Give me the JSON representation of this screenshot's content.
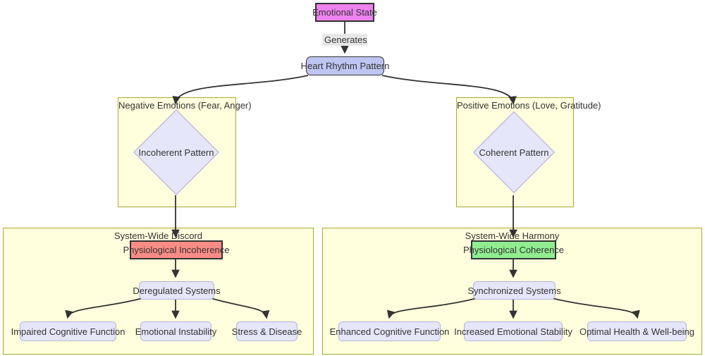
{
  "diagram": {
    "type": "flowchart",
    "direction": "top-down",
    "colors": {
      "background": "#ffffff",
      "cluster_fill": "#ffffde",
      "cluster_border": "#aaaa33",
      "node_default_fill": "#e6e6fa",
      "node_default_border": "#b3b3dc",
      "emotional_state_fill": "#ee82ee",
      "heart_rhythm_fill": "#bfc5f2",
      "incoherence_fill": "#f98c86",
      "coherence_fill": "#90ee90",
      "edge_stroke": "#333333",
      "edge_label_bg": "#e8e8e8",
      "text": "#333333"
    },
    "nodes": {
      "emotional_state": "Emotional State",
      "heart_rhythm": "Heart Rhythm Pattern",
      "incoherent": "Incoherent Pattern",
      "coherent": "Coherent Pattern",
      "phys_incoherence": "Physiological Incoherence",
      "deregulated": "Deregulated Systems",
      "impaired": "Impaired Cognitive Function",
      "instability": "Emotional Instability",
      "stress": "Stress & Disease",
      "phys_coherence": "Physiological Coherence",
      "synchronized": "Synchronized Systems",
      "enhanced": "Enhanced Cognitive Function",
      "increased": "Increased Emotional Stability",
      "optimal": "Optimal Health & Well-being"
    },
    "clusters": {
      "negative": "Negative Emotions (Fear, Anger)",
      "positive": "Positive Emotions (Love, Gratitude)",
      "discord": "System-Wide Discord",
      "harmony": "System-Wide Harmony"
    },
    "edge_labels": {
      "generates": "Generates"
    },
    "edges": [
      {
        "from": "Emotional State",
        "to": "Heart Rhythm Pattern",
        "label": "Generates"
      },
      {
        "from": "Heart Rhythm Pattern",
        "to": "Incoherent Pattern"
      },
      {
        "from": "Heart Rhythm Pattern",
        "to": "Coherent Pattern"
      },
      {
        "from": "Incoherent Pattern",
        "to": "Physiological Incoherence"
      },
      {
        "from": "Coherent Pattern",
        "to": "Physiological Coherence"
      },
      {
        "from": "Physiological Incoherence",
        "to": "Deregulated Systems"
      },
      {
        "from": "Physiological Coherence",
        "to": "Synchronized Systems"
      },
      {
        "from": "Deregulated Systems",
        "to": "Impaired Cognitive Function"
      },
      {
        "from": "Deregulated Systems",
        "to": "Emotional Instability"
      },
      {
        "from": "Deregulated Systems",
        "to": "Stress & Disease"
      },
      {
        "from": "Synchronized Systems",
        "to": "Enhanced Cognitive Function"
      },
      {
        "from": "Synchronized Systems",
        "to": "Increased Emotional Stability"
      },
      {
        "from": "Synchronized Systems",
        "to": "Optimal Health & Well-being"
      }
    ]
  }
}
